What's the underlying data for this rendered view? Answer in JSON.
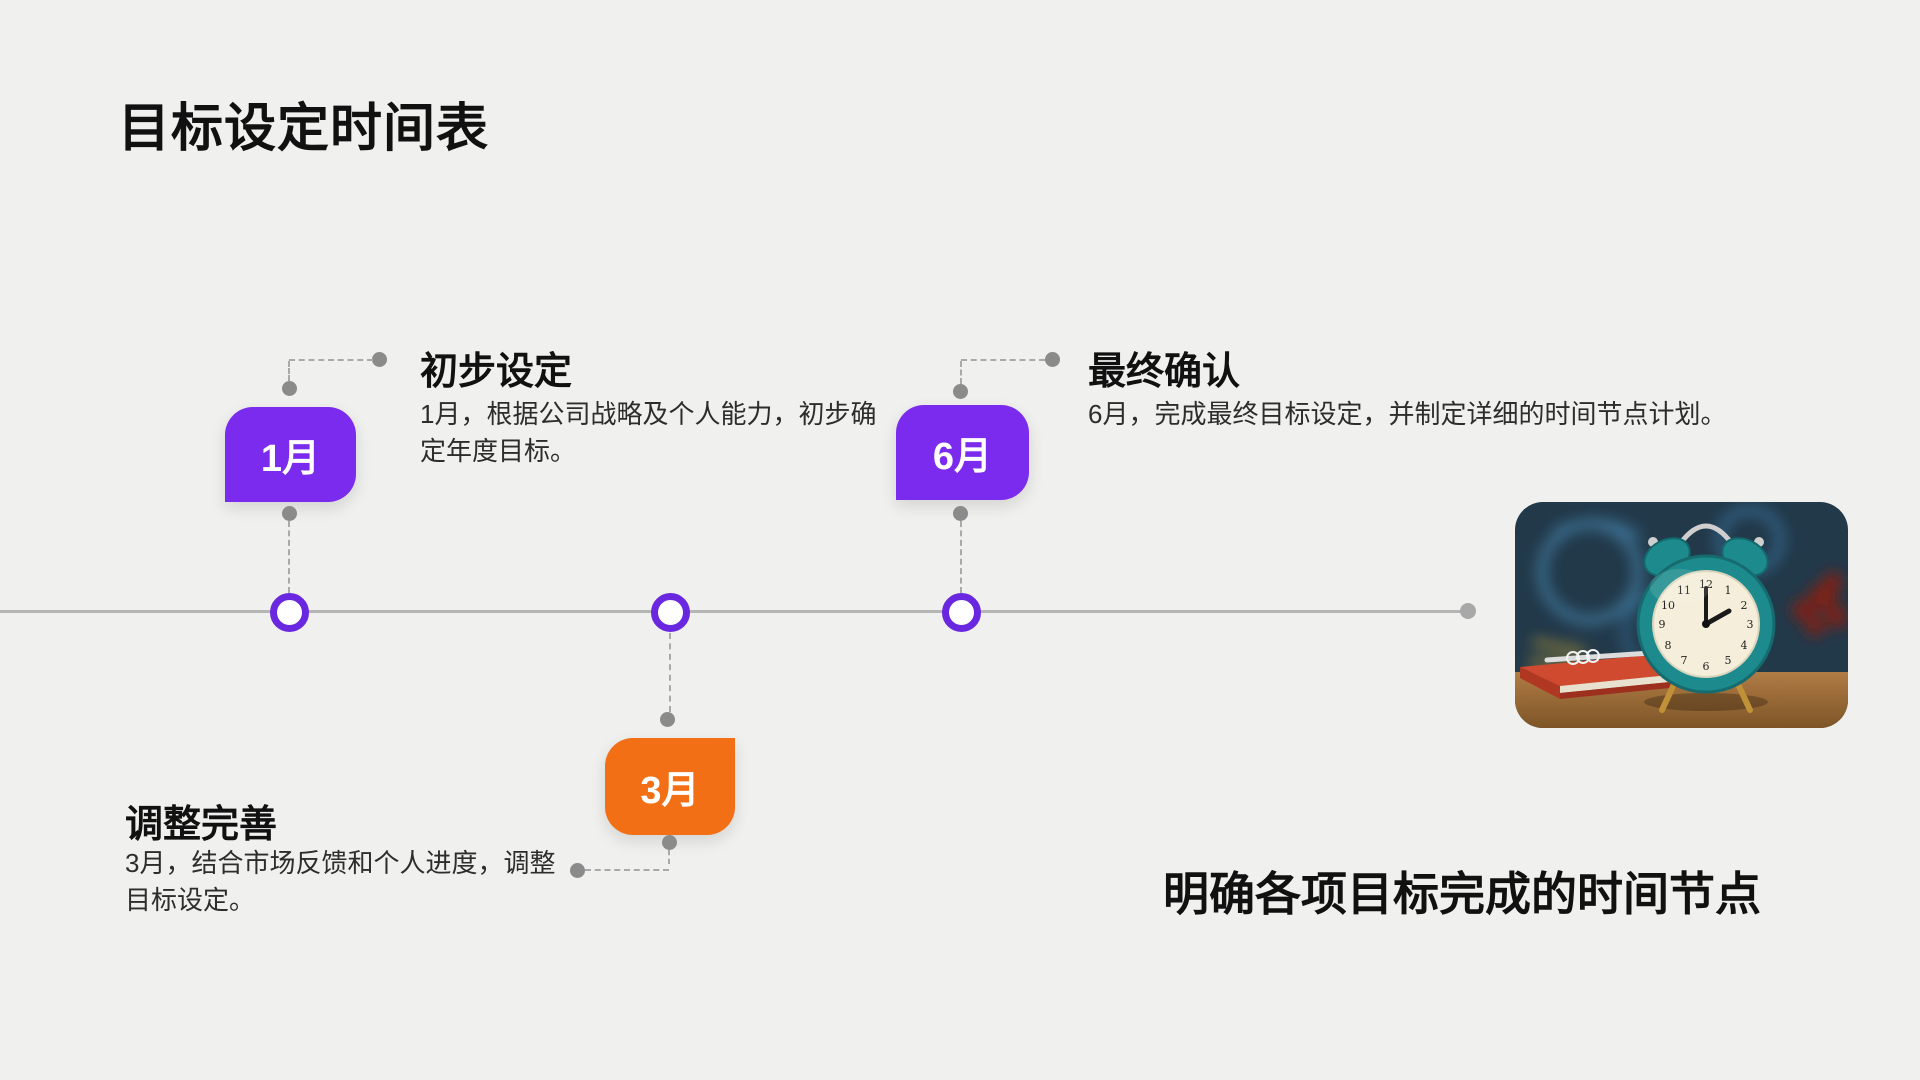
{
  "slide": {
    "title": "目标设定时间表",
    "caption": "明确各项目标完成的时间节点"
  },
  "colors": {
    "background": "#F0F0EE",
    "purple": "#7B2BEE",
    "orange": "#F26F15",
    "ring_purple": "#6928DF",
    "timeline_gray": "#B5B5B5",
    "connector_gray": "#8B8B8B",
    "text_dark": "#111111",
    "body_text": "#2D2D2D"
  },
  "timeline": {
    "milestones": [
      {
        "month": "1月",
        "heading": "初步设定",
        "body": "1月，根据公司战略及个人能力，初步确定年度目标。",
        "badge_color": "#7B2BEE",
        "position": "above"
      },
      {
        "month": "3月",
        "heading": "调整完善",
        "body": "3月，结合市场反馈和个人进度，调整目标设定。",
        "badge_color": "#F26F15",
        "position": "below"
      },
      {
        "month": "6月",
        "heading": "最终确认",
        "body": "6月，完成最终目标设定，并制定详细的时间节点计划。",
        "badge_color": "#7B2BEE",
        "position": "above"
      }
    ]
  },
  "image": {
    "name": "alarm-clock-photo",
    "description": "teal alarm clock on a red book in front of a chalkboard"
  }
}
